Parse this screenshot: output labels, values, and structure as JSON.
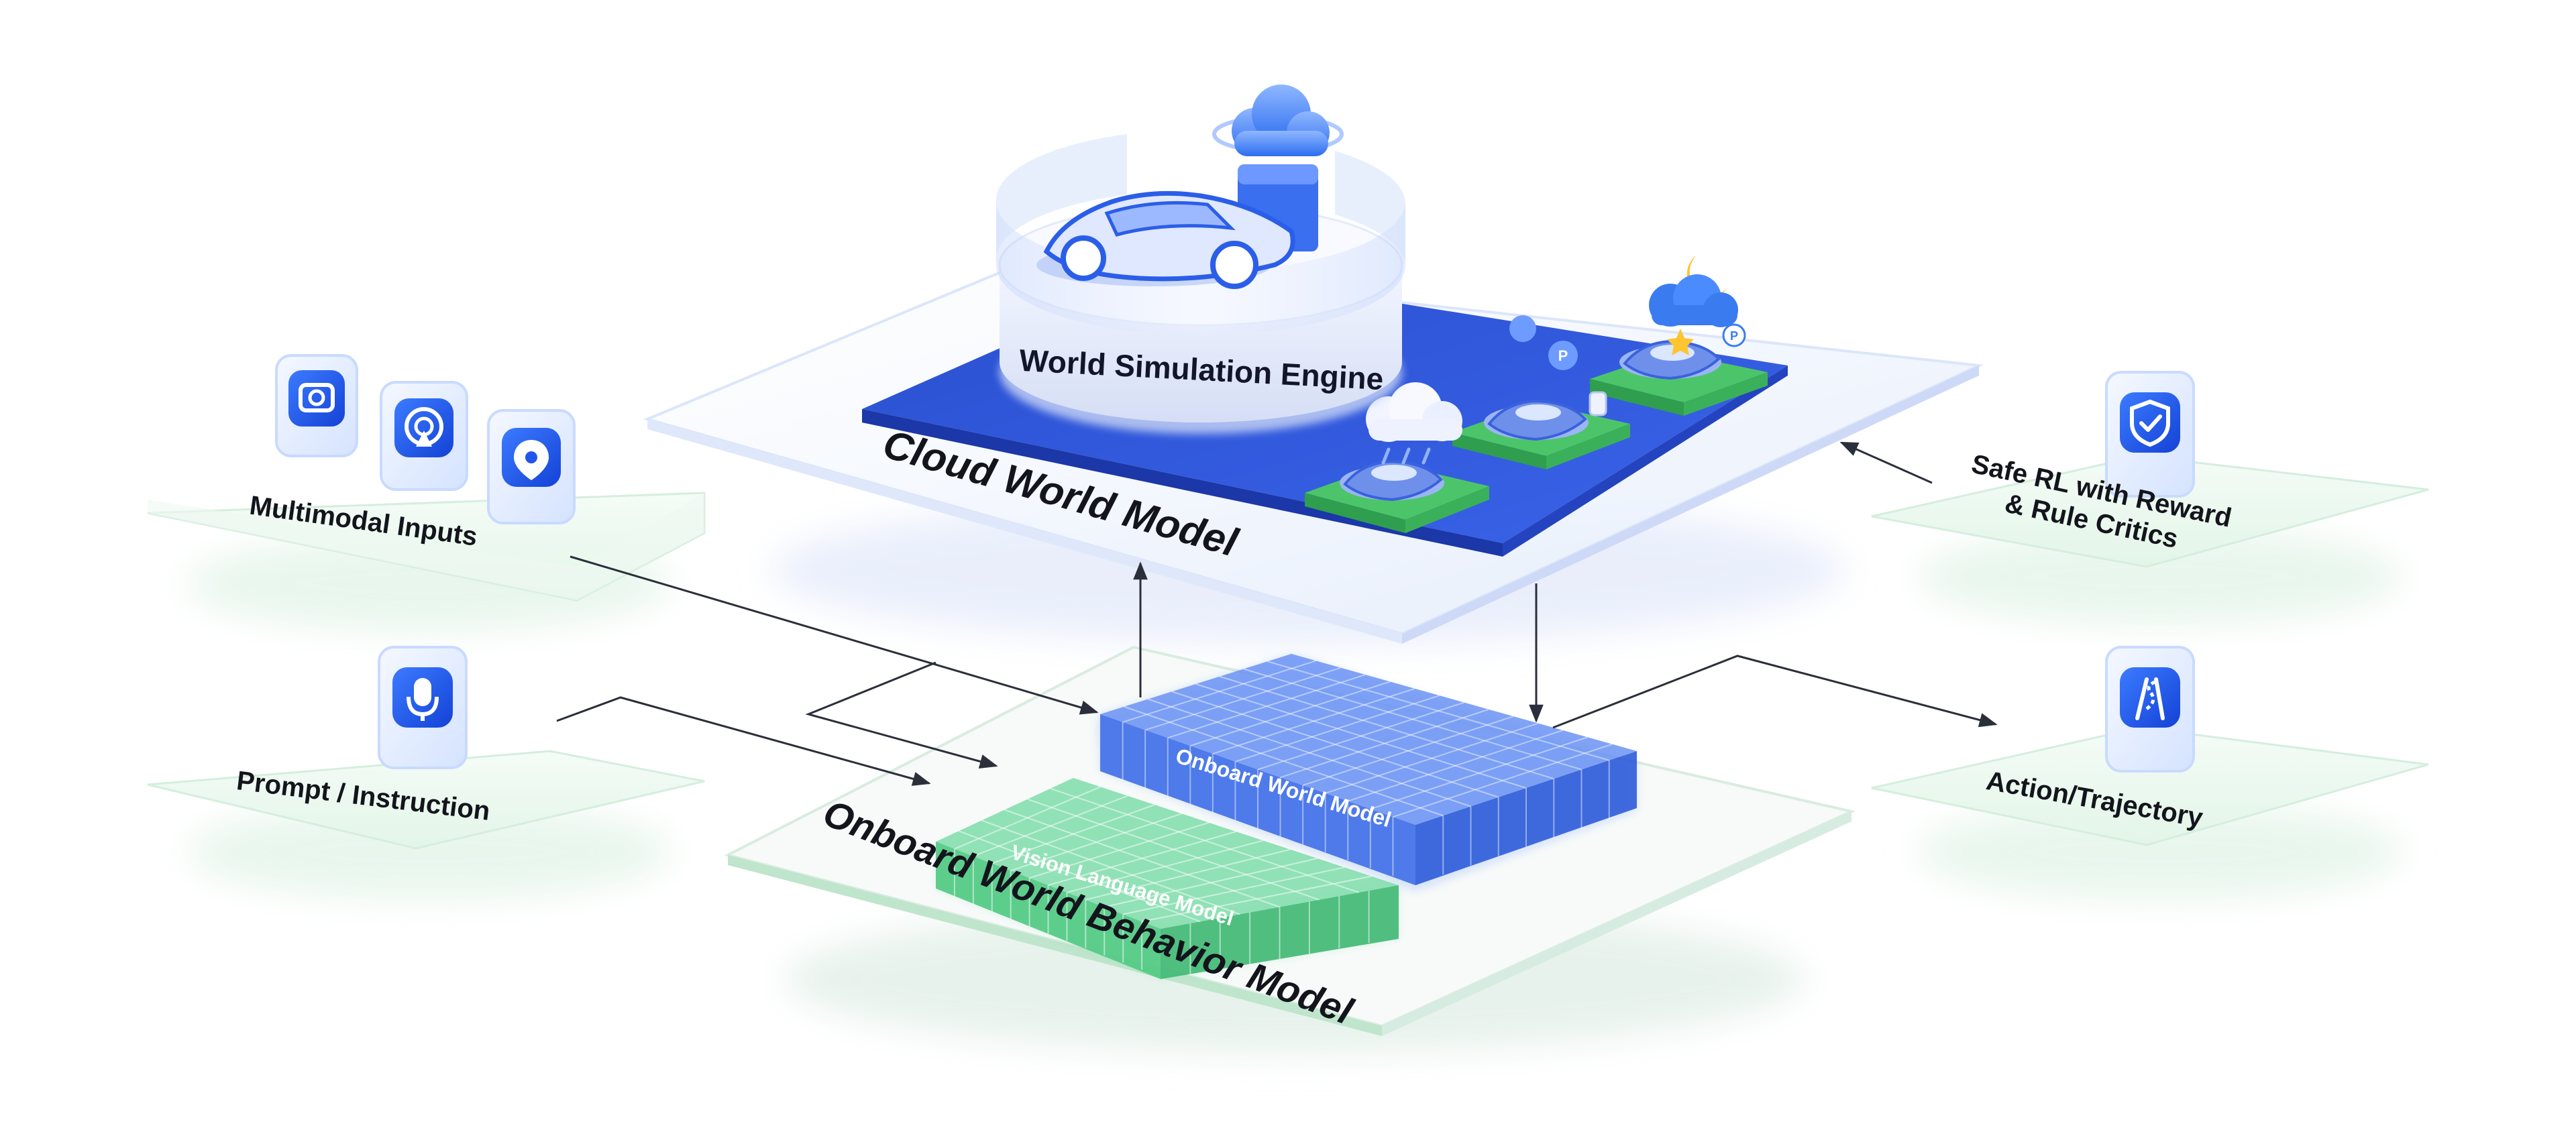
{
  "cloud": {
    "engine_label": "World Simulation Engine",
    "platform_label": "Cloud World Model"
  },
  "onboard": {
    "platform_label": "Onboard World Behavior Model",
    "owm_label": "Onboard World Model",
    "vlm_label": "Vision Language Model"
  },
  "inputs": {
    "multimodal_label": "Multimodal Inputs",
    "prompt_label": "Prompt / Instruction"
  },
  "outputs": {
    "safe_rl_line1": "Safe RL with Reward",
    "safe_rl_line2": "& Rule Critics",
    "action_label": "Action/Trajectory"
  },
  "icons": {
    "multimodal": [
      "camera-icon",
      "radar-icon",
      "location-pin-icon"
    ],
    "prompt": "microphone-icon",
    "safe_rl": "shield-check-icon",
    "action": "road-trajectory-icon",
    "engine": [
      "cloud-icon",
      "car-icon"
    ],
    "scenarios": [
      "rain-cloud-icon",
      "parking-icon",
      "night-weather-icon"
    ]
  },
  "colors": {
    "cloud_blue": "#2f55d4",
    "grid_blue": "#5b85f0",
    "grid_green": "#5bd68e",
    "platform_green": "#4cc56a",
    "icon_blue": "#1e5bf0",
    "panel_green": "#e8f7ec"
  }
}
